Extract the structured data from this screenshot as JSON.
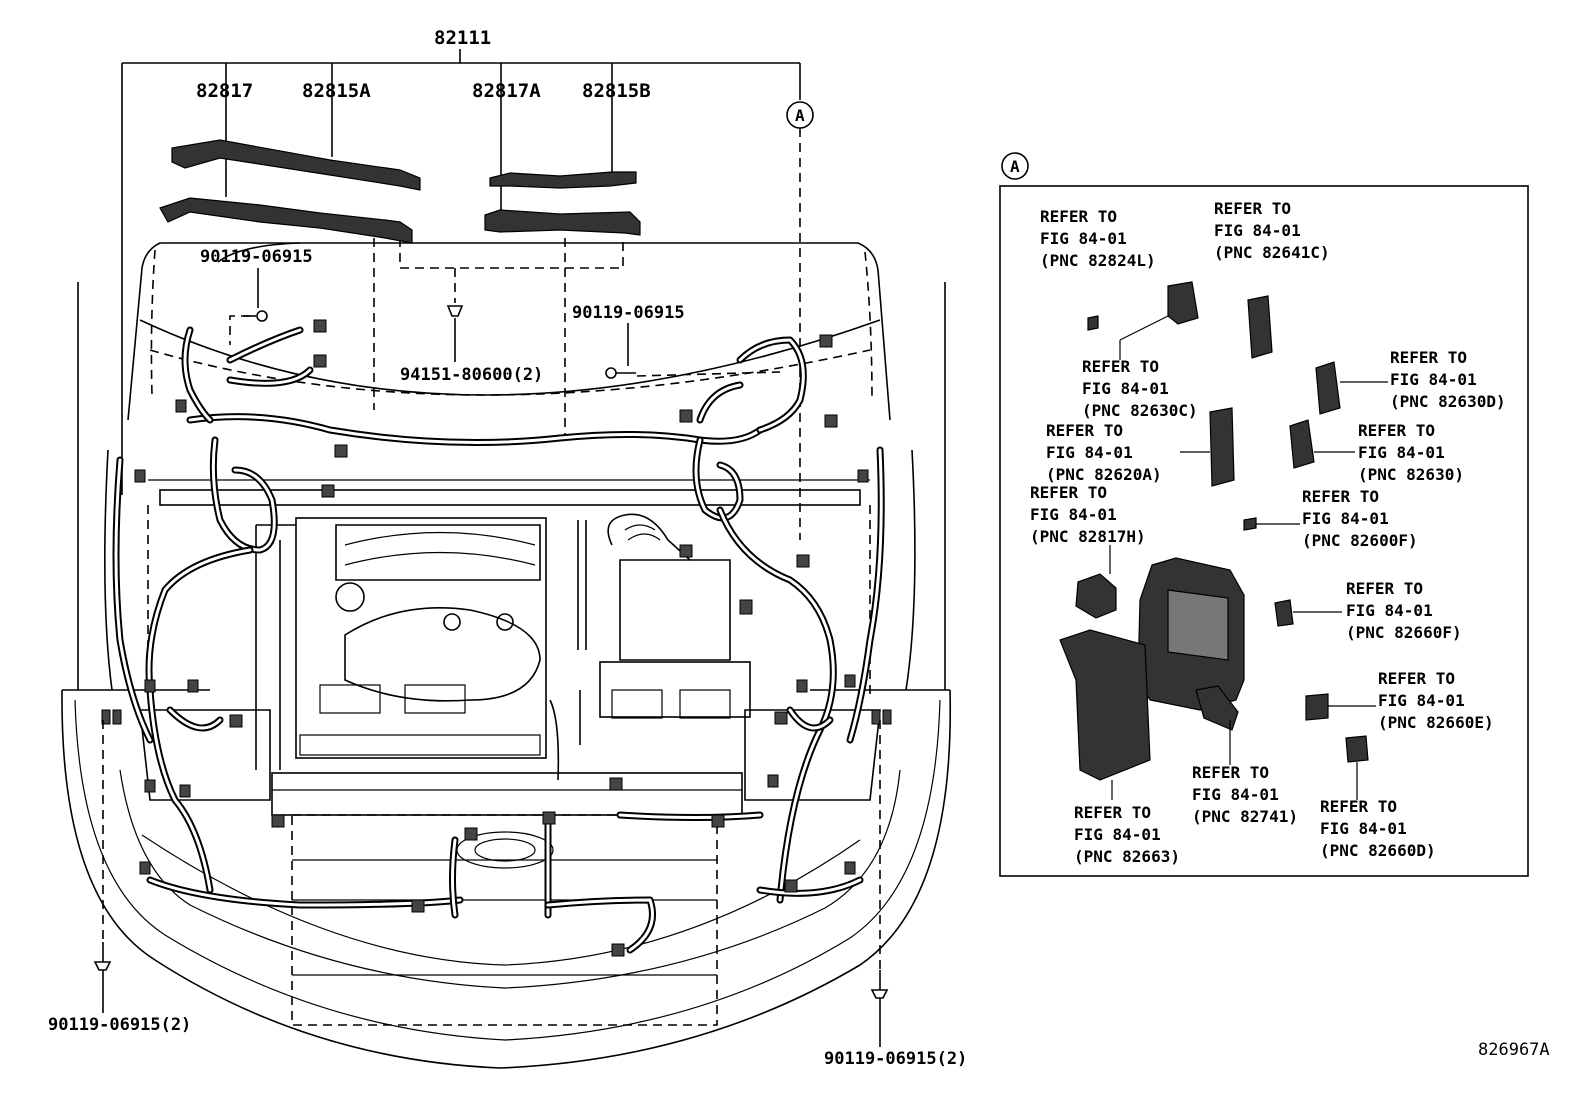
{
  "labels": {
    "main_assembly": "82111",
    "p82817": "82817",
    "p82815A": "82815A",
    "p82817A": "82817A",
    "p82815B": "82815B",
    "bolt_top_left": "90119-06915",
    "bolt_top_right": "90119-06915",
    "clip": "94151-80600(2)",
    "bolt_bottom_left": "90119-06915(2)",
    "bolt_bottom_right": "90119-06915(2)",
    "callout_a": "A",
    "inset_callout": "A",
    "diagram_id": "826967A"
  },
  "inset_refs": [
    {
      "line1": "REFER TO",
      "line2": "FIG 84-01",
      "line3": "(PNC 82824L)"
    },
    {
      "line1": "REFER TO",
      "line2": "FIG 84-01",
      "line3": "(PNC 82641C)"
    },
    {
      "line1": "REFER TO",
      "line2": "FIG 84-01",
      "line3": "(PNC 82630C)"
    },
    {
      "line1": "REFER TO",
      "line2": "FIG 84-01",
      "line3": "(PNC 82630D)"
    },
    {
      "line1": "REFER TO",
      "line2": "FIG 84-01",
      "line3": "(PNC 82620A)"
    },
    {
      "line1": "REFER TO",
      "line2": "FIG 84-01",
      "line3": "(PNC 82630)"
    },
    {
      "line1": "REFER TO",
      "line2": "FIG 84-01",
      "line3": "(PNC 82817H)"
    },
    {
      "line1": "REFER TO",
      "line2": "FIG 84-01",
      "line3": "(PNC 82600F)"
    },
    {
      "line1": "REFER TO",
      "line2": "FIG 84-01",
      "line3": "(PNC 82660F)"
    },
    {
      "line1": "REFER TO",
      "line2": "FIG 84-01",
      "line3": "(PNC 82660E)"
    },
    {
      "line1": "REFER TO",
      "line2": "FIG 84-01",
      "line3": "(PNC 82741)"
    },
    {
      "line1": "REFER TO",
      "line2": "FIG 84-01",
      "line3": "(PNC 82663)"
    },
    {
      "line1": "REFER TO",
      "line2": "FIG 84-01",
      "line3": "(PNC 82660D)"
    }
  ]
}
